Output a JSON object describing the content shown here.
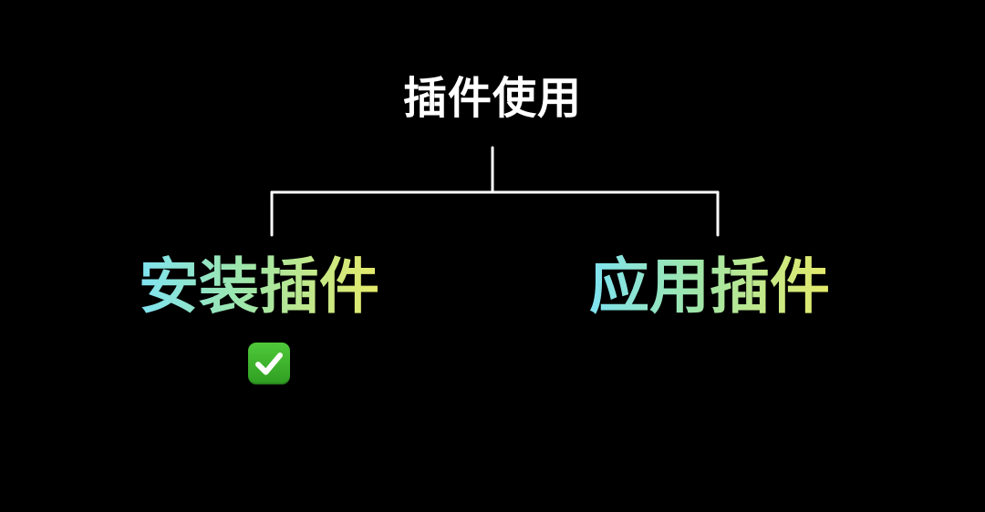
{
  "diagram": {
    "root": {
      "label": "插件使用"
    },
    "branches": [
      {
        "label": "安装插件",
        "status": "checked"
      },
      {
        "label": "应用插件"
      }
    ]
  },
  "colors": {
    "background": "#000000",
    "root_text": "#ffffff",
    "connector": "#ffffff",
    "branch_gradient": [
      "#7fe3f2",
      "#9fe6a8",
      "#e6ea6a"
    ],
    "check_badge": "#3bb32b"
  },
  "icons": {
    "check": "check-mark-button-icon"
  }
}
